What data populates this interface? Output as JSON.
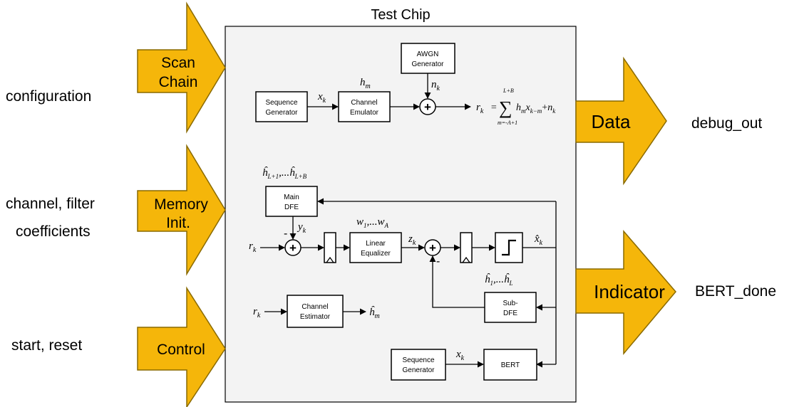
{
  "chip": {
    "title": "Test Chip"
  },
  "inputs": {
    "scan_chain": {
      "arrow_label_1": "Scan",
      "arrow_label_2": "Chain",
      "signal": "configuration"
    },
    "memory_init": {
      "arrow_label_1": "Memory",
      "arrow_label_2": "Init.",
      "signal_1": "channel, filter",
      "signal_2": "coefficients"
    },
    "control": {
      "arrow_label": "Control",
      "signal": "start, reset"
    }
  },
  "outputs": {
    "data": {
      "arrow_label": "Data",
      "signal": "debug_out"
    },
    "indicator": {
      "arrow_label": "Indicator",
      "signal": "BERT_done"
    }
  },
  "blocks": {
    "awgn": {
      "line1": "AWGN",
      "line2": "Generator"
    },
    "seq_gen_top": {
      "line1": "Sequence",
      "line2": "Generator"
    },
    "channel_emulator": {
      "line1": "Channel",
      "line2": "Emulator"
    },
    "main_dfe": {
      "line1": "Main",
      "line2": "DFE"
    },
    "linear_equalizer": {
      "line1": "Linear",
      "line2": "Equalizer"
    },
    "sub_dfe": {
      "line1": "Sub-",
      "line2": "DFE"
    },
    "channel_estimator": {
      "line1": "Channel",
      "line2": "Estimator"
    },
    "seq_gen_bottom": {
      "line1": "Sequence",
      "line2": "Generator"
    },
    "bert": {
      "line1": "BERT"
    }
  },
  "symbols": {
    "x_k": "x",
    "k": "k",
    "h_m": "h",
    "m": "m",
    "n_k": "n",
    "r_k": "r",
    "y_k": "y",
    "z_k": "z",
    "w_list": "w",
    "w_sub_1": "1",
    "w_sep": ",...w",
    "w_sub_A": "A",
    "xhat_k": "x̂",
    "hhat_main": "ĥ",
    "hhat_main_sub1": "L+1",
    "hhat_main_sep": ",...ĥ",
    "hhat_main_sub2": "L+B",
    "hhat_sub": "ĥ",
    "hhat_sub_sub1": "1",
    "hhat_sub_sep": ",...ĥ",
    "hhat_sub_sub2": "L",
    "hhat_m": "ĥ",
    "minus": "-",
    "plus": "+"
  },
  "equation": {
    "lhs": "r",
    "lhs_sub": "k",
    "eq": "=",
    "sum": "∑",
    "upper": "L+B",
    "lower": "m=-A+1",
    "term": "h",
    "term_sub": "m",
    "term2": "x",
    "term2_sub": "k−m",
    "plus": "+",
    "term3": "n",
    "term3_sub": "k"
  }
}
